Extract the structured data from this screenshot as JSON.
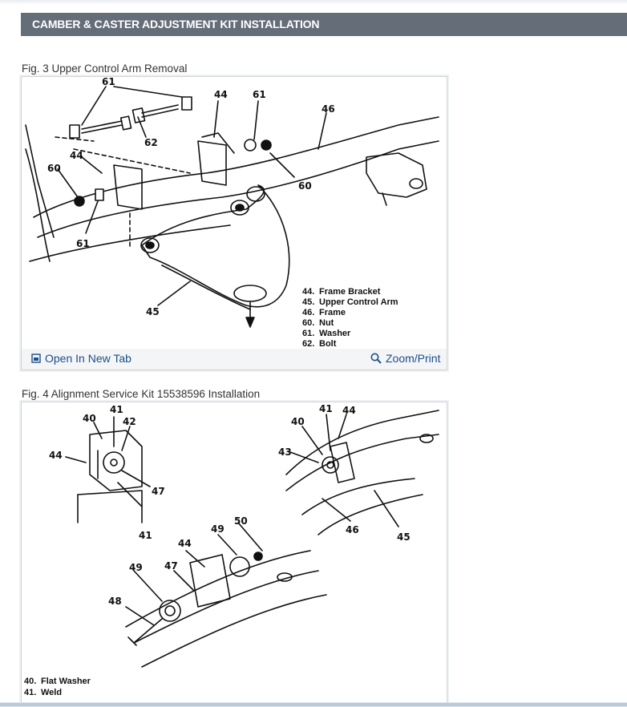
{
  "header": {
    "title": "CAMBER & CASTER ADJUSTMENT KIT INSTALLATION"
  },
  "fig3": {
    "caption": "Fig. 3 Upper Control Arm Removal",
    "callouts": [
      "61",
      "44",
      "61",
      "46",
      "62",
      "44",
      "60",
      "60",
      "61",
      "45"
    ],
    "legend": [
      {
        "num": "44.",
        "text": "Frame Bracket"
      },
      {
        "num": "45.",
        "text": "Upper Control Arm"
      },
      {
        "num": "46.",
        "text": "Frame"
      },
      {
        "num": "60.",
        "text": "Nut"
      },
      {
        "num": "61.",
        "text": "Washer"
      },
      {
        "num": "62.",
        "text": "Bolt"
      }
    ],
    "open_label": "Open In New Tab",
    "zoom_label": "Zoom/Print"
  },
  "fig4": {
    "caption": "Fig. 4 Alignment Service Kit 15538596 Installation",
    "callouts": [
      "41",
      "40",
      "42",
      "44",
      "47",
      "41",
      "41",
      "44",
      "40",
      "43",
      "46",
      "45",
      "50",
      "49",
      "44",
      "49",
      "47",
      "48"
    ],
    "legend": [
      {
        "num": "40.",
        "text": "Flat Washer"
      },
      {
        "num": "41.",
        "text": "Weld"
      }
    ]
  },
  "icons": {
    "open": "open-new-tab-icon",
    "zoom": "magnifier-icon"
  }
}
